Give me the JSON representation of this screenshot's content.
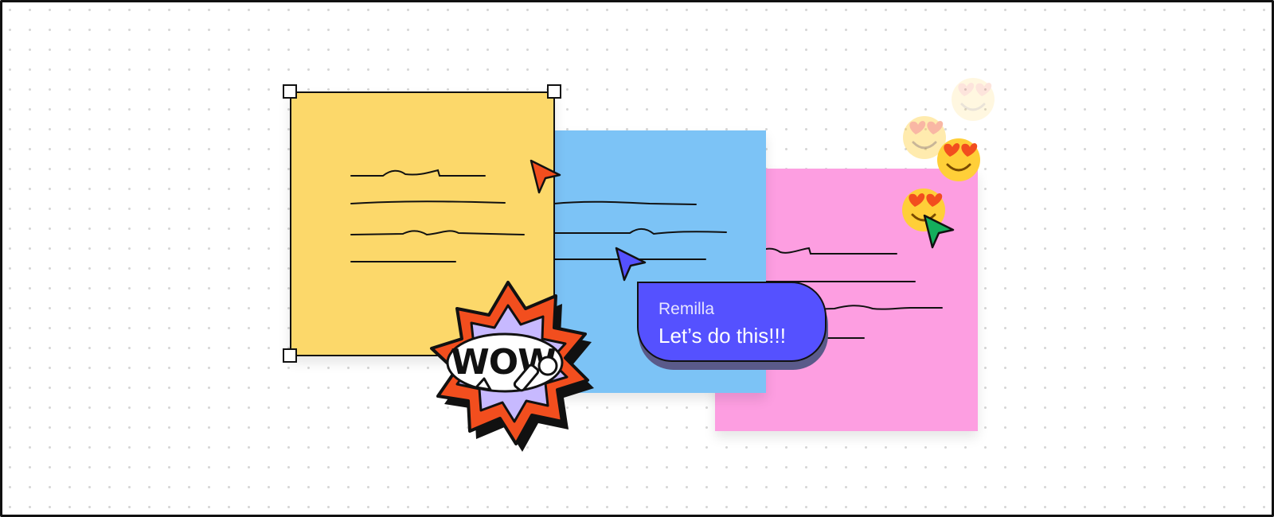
{
  "canvas": {
    "background": "#ffffff",
    "dot_color": "#d6d6d6"
  },
  "sticky_notes": [
    {
      "name": "yellow-note",
      "color": "#fcd86a",
      "selected": true
    },
    {
      "name": "blue-note",
      "color": "#7cc3f6",
      "selected": false
    },
    {
      "name": "pink-note",
      "color": "#fd9ee1",
      "selected": false
    }
  ],
  "chat_bubble": {
    "author": "Remilla",
    "message": "Let’s do this!!!",
    "color": "#5551ff"
  },
  "cursors": [
    {
      "name": "red-cursor-icon",
      "color": "#f24e1e"
    },
    {
      "name": "purple-cursor-icon",
      "color": "#5551ff"
    },
    {
      "name": "green-cursor-icon",
      "color": "#14ae5c"
    }
  ],
  "sticker": {
    "text": "WOW",
    "colors": {
      "outer": "#f24e1e",
      "inner": "#c7b9ff",
      "bubble": "#ffffff"
    }
  },
  "reactions": [
    {
      "emoji": "heart-eyes",
      "opacity": 0.15
    },
    {
      "emoji": "heart-eyes",
      "opacity": 0.35
    },
    {
      "emoji": "heart-eyes",
      "opacity": 1
    },
    {
      "emoji": "heart-eyes",
      "opacity": 1
    }
  ]
}
